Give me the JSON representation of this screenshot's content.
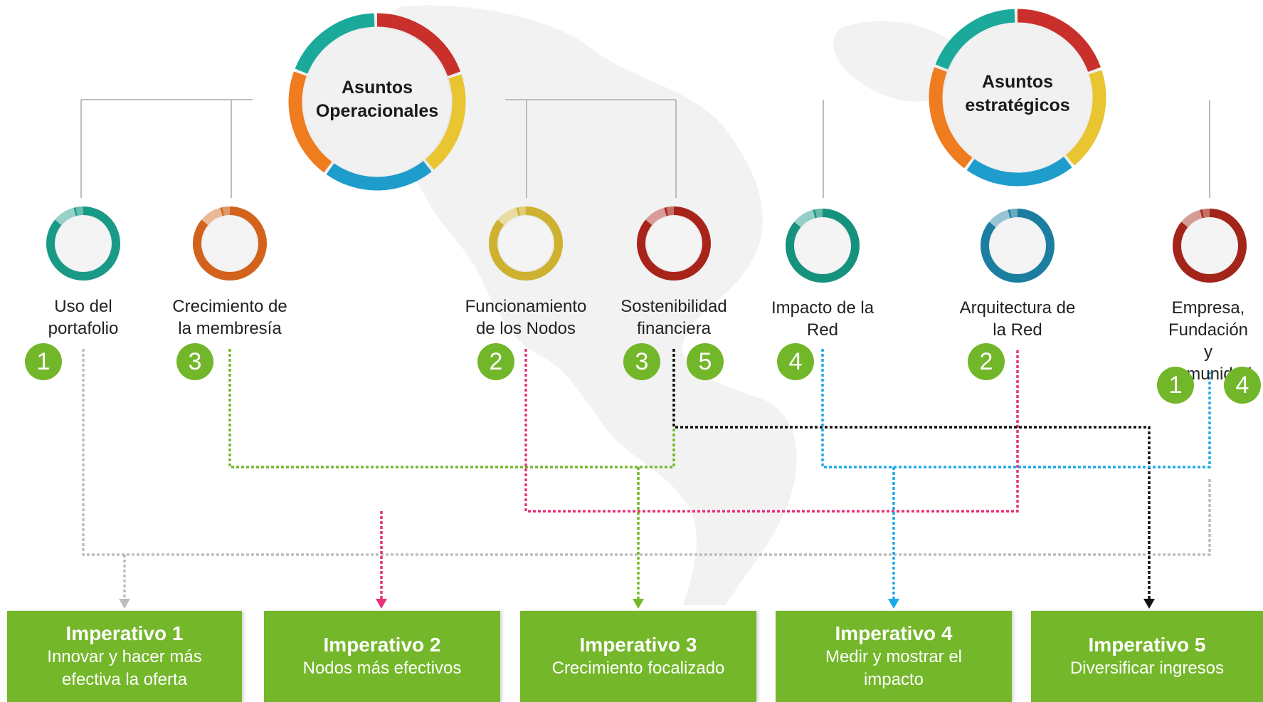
{
  "big_circles": [
    {
      "id": "operacionales",
      "title": "Asuntos\nOperacionales"
    },
    {
      "id": "estrategicos",
      "title": "Asuntos\nestratégicos"
    }
  ],
  "topics": [
    {
      "id": "uso",
      "label": "Uso del\nportafolio",
      "color": "#199a86",
      "badges": [
        "1"
      ]
    },
    {
      "id": "crecimiento",
      "label": "Crecimiento de\nla membresía",
      "color": "#d2621c",
      "badges": [
        "3"
      ]
    },
    {
      "id": "funcionamiento",
      "label": "Funcionamiento\nde los Nodos",
      "color": "#cdb12f",
      "badges": [
        "2"
      ]
    },
    {
      "id": "sostenibilidad",
      "label": "Sostenibilidad\nfinanciera",
      "color": "#a82319",
      "badges": [
        "3",
        "5"
      ]
    },
    {
      "id": "impacto",
      "label": "Impacto de la\nRed",
      "color": "#15927d",
      "badges": [
        "4"
      ]
    },
    {
      "id": "arquitectura",
      "label": "Arquitectura de\nla Red",
      "color": "#1b7ea0",
      "badges": [
        "2"
      ]
    },
    {
      "id": "empresa",
      "label": "Empresa,\nFundación y\nComunidad",
      "color": "#a32419",
      "badges": [
        "1",
        "4"
      ]
    }
  ],
  "imperatives": [
    {
      "title": "Imperativo 1",
      "desc": "Innovar y hacer más\nefectiva la oferta"
    },
    {
      "title": "Imperativo 2",
      "desc": "Nodos más efectivos"
    },
    {
      "title": "Imperativo 3",
      "desc": "Crecimiento focalizado"
    },
    {
      "title": "Imperativo 4",
      "desc": "Medir y mostrar el\nimpacto"
    },
    {
      "title": "Imperativo 5",
      "desc": "Diversificar ingresos"
    }
  ],
  "colors": {
    "green": "#74b72a",
    "pink": "#e8307a",
    "blue": "#1ba9ea",
    "black": "#111111",
    "gray": "#bdbdbd",
    "ring_teal": "#1aa99a",
    "ring_red": "#c9302c",
    "ring_yellow": "#e8c531",
    "ring_blue": "#1e9dcc",
    "ring_orange": "#ef7c1e"
  }
}
